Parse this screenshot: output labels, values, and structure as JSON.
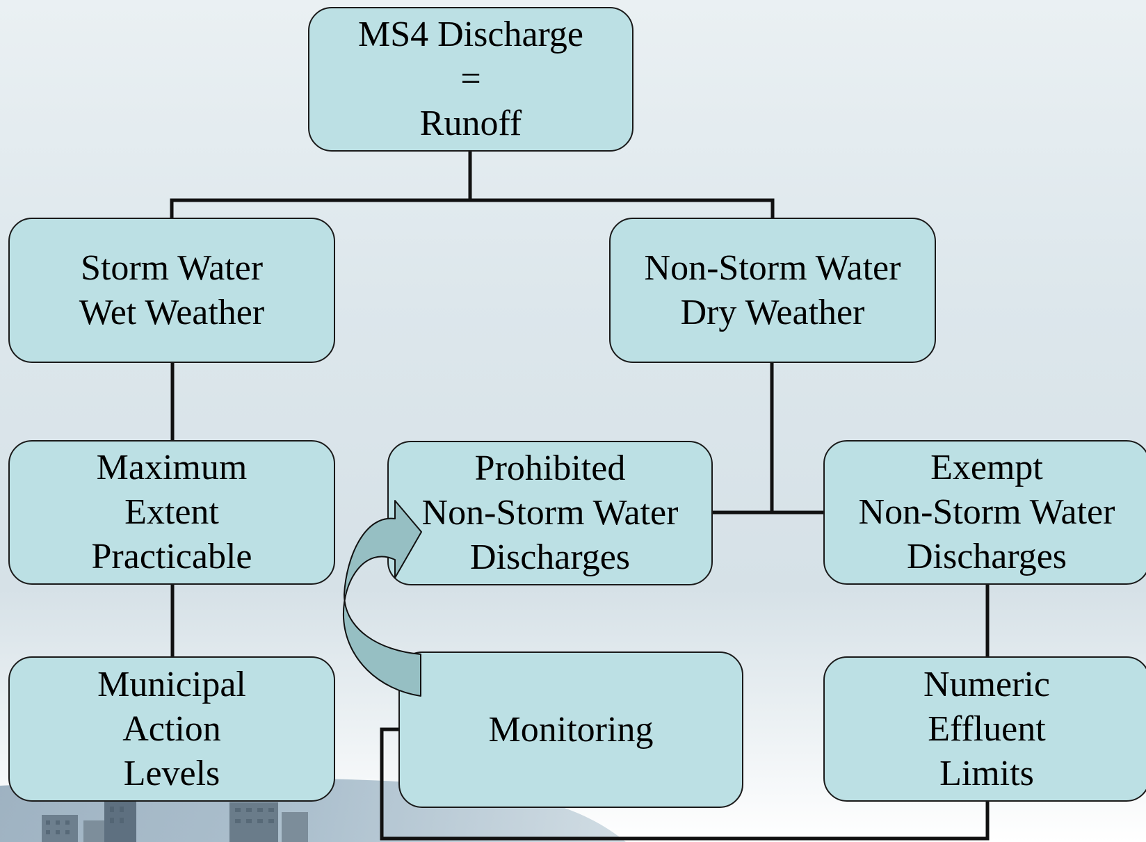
{
  "colors": {
    "box_fill": "#bce0e4",
    "box_border": "#1a1a1a",
    "connector": "#111111",
    "arrow_fill": "#96bfc3",
    "background_top": "#eaf0f3",
    "background_bottom": "#d6e1e7"
  },
  "nodes": {
    "root": {
      "lines": [
        "MS4 Discharge",
        "=",
        "Runoff"
      ]
    },
    "storm_water": {
      "lines": [
        "Storm Water",
        "Wet Weather"
      ]
    },
    "non_storm_water": {
      "lines": [
        "Non-Storm Water",
        "Dry Weather"
      ]
    },
    "mep": {
      "lines": [
        "Maximum",
        "Extent",
        "Practicable"
      ]
    },
    "prohibited": {
      "lines": [
        "Prohibited",
        "Non-Storm Water",
        "Discharges"
      ]
    },
    "exempt": {
      "lines": [
        "Exempt",
        "Non-Storm Water",
        "Discharges"
      ]
    },
    "mal": {
      "lines": [
        "Municipal",
        "Action",
        "Levels"
      ]
    },
    "monitoring": {
      "lines": [
        "Monitoring"
      ]
    },
    "nel": {
      "lines": [
        "Numeric",
        "Effluent",
        "Limits"
      ]
    }
  }
}
